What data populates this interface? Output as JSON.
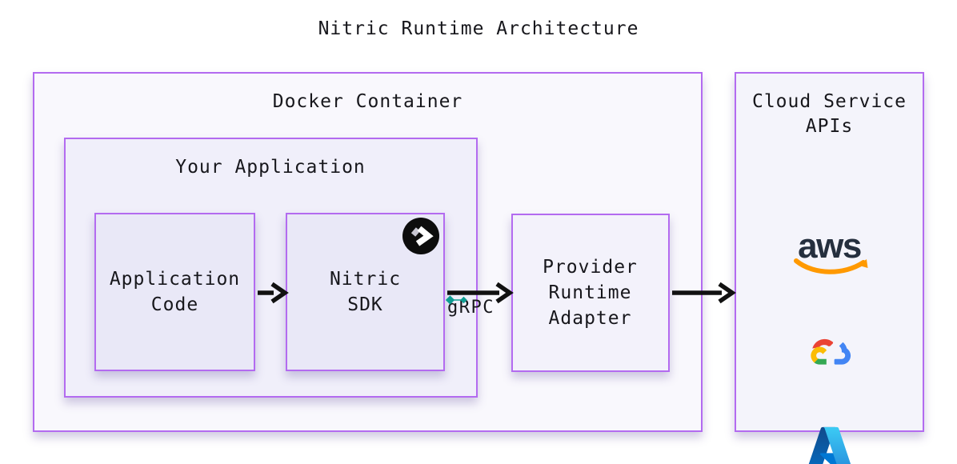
{
  "title": "Nitric Runtime Architecture",
  "docker_container": {
    "label": "Docker Container"
  },
  "your_application": {
    "label": "Your Application"
  },
  "application_code": {
    "lines": [
      "Application",
      "Code"
    ]
  },
  "nitric_sdk": {
    "lines": [
      "Nitric",
      "SDK"
    ],
    "icon": "nitric-logo"
  },
  "grpc": {
    "label": "gRPC"
  },
  "provider_adapter": {
    "lines": [
      "Provider",
      "Runtime",
      "Adapter"
    ]
  },
  "cloud_apis": {
    "lines": [
      "Cloud Service",
      "APIs"
    ],
    "providers": [
      {
        "name": "AWS",
        "icon": "aws-logo",
        "wordmark": "aws"
      },
      {
        "name": "Google Cloud",
        "icon": "google-cloud-logo"
      },
      {
        "name": "Microsoft Azure",
        "icon": "azure-logo"
      }
    ]
  },
  "colors": {
    "box_border": "#b36bf0",
    "arrow": "#111111",
    "text": "#17171c",
    "docker_bg": "#f9f8fd",
    "your_app_bg": "#f0effa",
    "node_bg": "#e9e8f7",
    "provider_bg": "#f3f2fb",
    "cloud_bg": "#f4f4fb",
    "aws_dark": "#252f3e",
    "aws_orange": "#ff9900",
    "grpc_mark_teal": "#0f9d93",
    "nitric_circle": "#0d0d0d",
    "nitric_gray": "#c8c6d1"
  }
}
